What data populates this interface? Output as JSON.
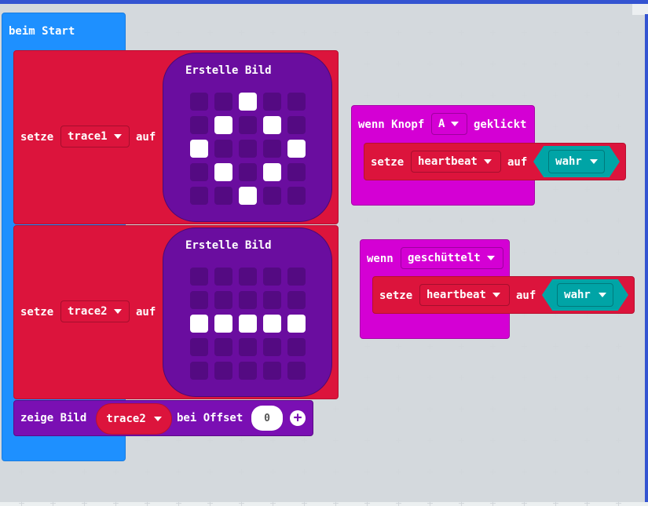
{
  "on_start": {
    "label": "beim Start"
  },
  "set_trace1": {
    "setze": "setze",
    "variable": "trace1",
    "auf": "auf",
    "image_title": "Erstelle Bild",
    "leds": [
      [
        0,
        0,
        1,
        0,
        0
      ],
      [
        0,
        1,
        0,
        1,
        0
      ],
      [
        1,
        0,
        0,
        0,
        1
      ],
      [
        0,
        1,
        0,
        1,
        0
      ],
      [
        0,
        0,
        1,
        0,
        0
      ]
    ]
  },
  "set_trace2": {
    "setze": "setze",
    "variable": "trace2",
    "auf": "auf",
    "image_title": "Erstelle Bild",
    "leds": [
      [
        0,
        0,
        0,
        0,
        0
      ],
      [
        0,
        0,
        0,
        0,
        0
      ],
      [
        1,
        1,
        1,
        1,
        1
      ],
      [
        0,
        0,
        0,
        0,
        0
      ],
      [
        0,
        0,
        0,
        0,
        0
      ]
    ]
  },
  "show_image": {
    "label": "zeige Bild",
    "variable": "trace2",
    "offset_label": "bei Offset",
    "offset_value": "0",
    "add_icon": "plus-icon"
  },
  "button_event": {
    "label": "wenn Knopf",
    "button": "A",
    "suffix": "geklickt",
    "setze": "setze",
    "variable": "heartbeat",
    "auf": "auf",
    "value": "wahr"
  },
  "shake_event": {
    "label": "wenn",
    "gesture": "geschüttelt",
    "setze": "setze",
    "variable": "heartbeat",
    "auf": "auf",
    "value": "wahr"
  },
  "colors": {
    "start": "#1e90ff",
    "variables": "#dc143c",
    "images": "#6a0d9f",
    "input": "#d400d4",
    "logic": "#00a4a6",
    "basic": "#7a0fb3"
  }
}
